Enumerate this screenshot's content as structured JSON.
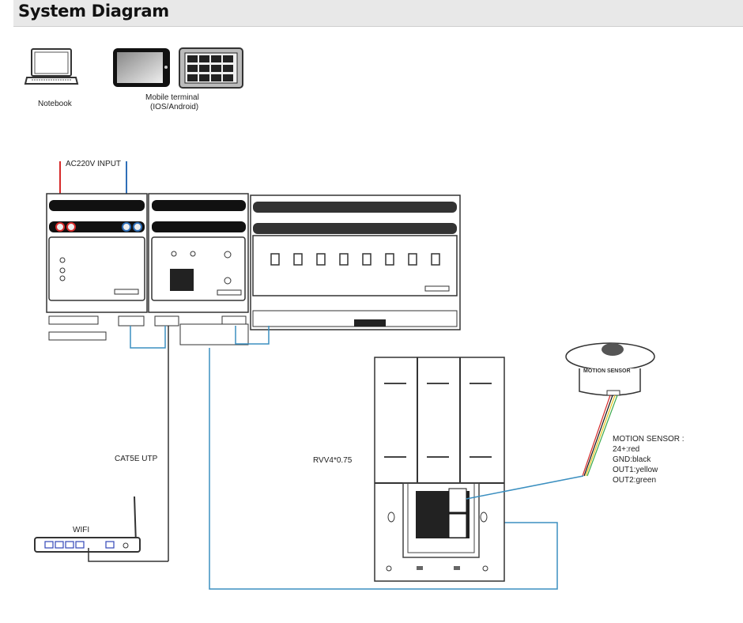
{
  "header": {
    "title": "System Diagram"
  },
  "devices": {
    "notebook": {
      "label": "Notebook"
    },
    "mobile": {
      "label_line1": "Mobile terminal",
      "label_line2": "(IOS/Android)"
    }
  },
  "labels": {
    "ac_input": "AC220V INPUT",
    "cat5e": "CAT5E UTP",
    "rvv": "RVV4*0.75",
    "wifi": "WIFI",
    "motion_sensor_body": "MOTION SENSOR"
  },
  "motion_sensor_legend": {
    "title": "MOTION SENSOR :",
    "lines": [
      "24+:red",
      "GND:black",
      "OUT1:yellow",
      "OUT2:green"
    ]
  },
  "colors": {
    "wire_red": "#d62b2b",
    "wire_blue": "#2f6fb8",
    "wire_bus": "#3b8fc0",
    "wire_yellow": "#e5c21a",
    "wire_green": "#3aa84a",
    "line": "#333333"
  }
}
